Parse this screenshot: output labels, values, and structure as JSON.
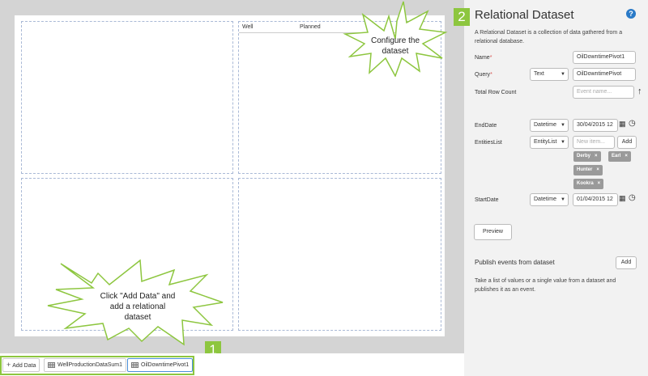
{
  "canvas": {
    "table_headers": [
      "Well",
      "Planned"
    ]
  },
  "tabs": {
    "add_data": "Add Data",
    "items": [
      "WellProductionDataSum1",
      "OilDowntimePivot1"
    ]
  },
  "callouts": {
    "step1_badge": "1",
    "step1_text": "Click \"Add Data\" and add a relational dataset",
    "step1_line1": "Click \"Add Data\" and",
    "step1_line2": "add a relational",
    "step1_line3": "dataset",
    "step2_badge": "2",
    "step2_line1": "Configure the",
    "step2_line2": "dataset"
  },
  "panel": {
    "title": "Relational Dataset",
    "description": "A Relational Dataset is a collection of data gathered from a relational database.",
    "name_label": "Name",
    "name_value": "OilDowntimePivot1",
    "query_label": "Query",
    "query_type": "Text",
    "query_value": "OilDowntimePivot",
    "total_row_count_label": "Total Row Count",
    "total_row_count_placeholder": "Event name...",
    "enddate_label": "EndDate",
    "enddate_type": "Datetime",
    "enddate_value": "30/04/2015 12",
    "entitieslist_label": "EntitiesList",
    "entitieslist_type": "EntityList",
    "entitieslist_placeholder": "New item...",
    "add_label": "Add",
    "entities": [
      "Derby",
      "Earl",
      "Hunter",
      "Kookra"
    ],
    "startdate_label": "StartDate",
    "startdate_type": "Datetime",
    "startdate_value": "01/04/2015 12",
    "preview_label": "Preview",
    "publish_title": "Publish events from dataset",
    "publish_add_label": "Add",
    "publish_desc": "Take a list of values or a single value from a dataset and publishes it as an event."
  },
  "colors": {
    "accent_green": "#8dc63f",
    "help_blue": "#2a7ac7",
    "selected_tab_border": "#4a90d9"
  }
}
